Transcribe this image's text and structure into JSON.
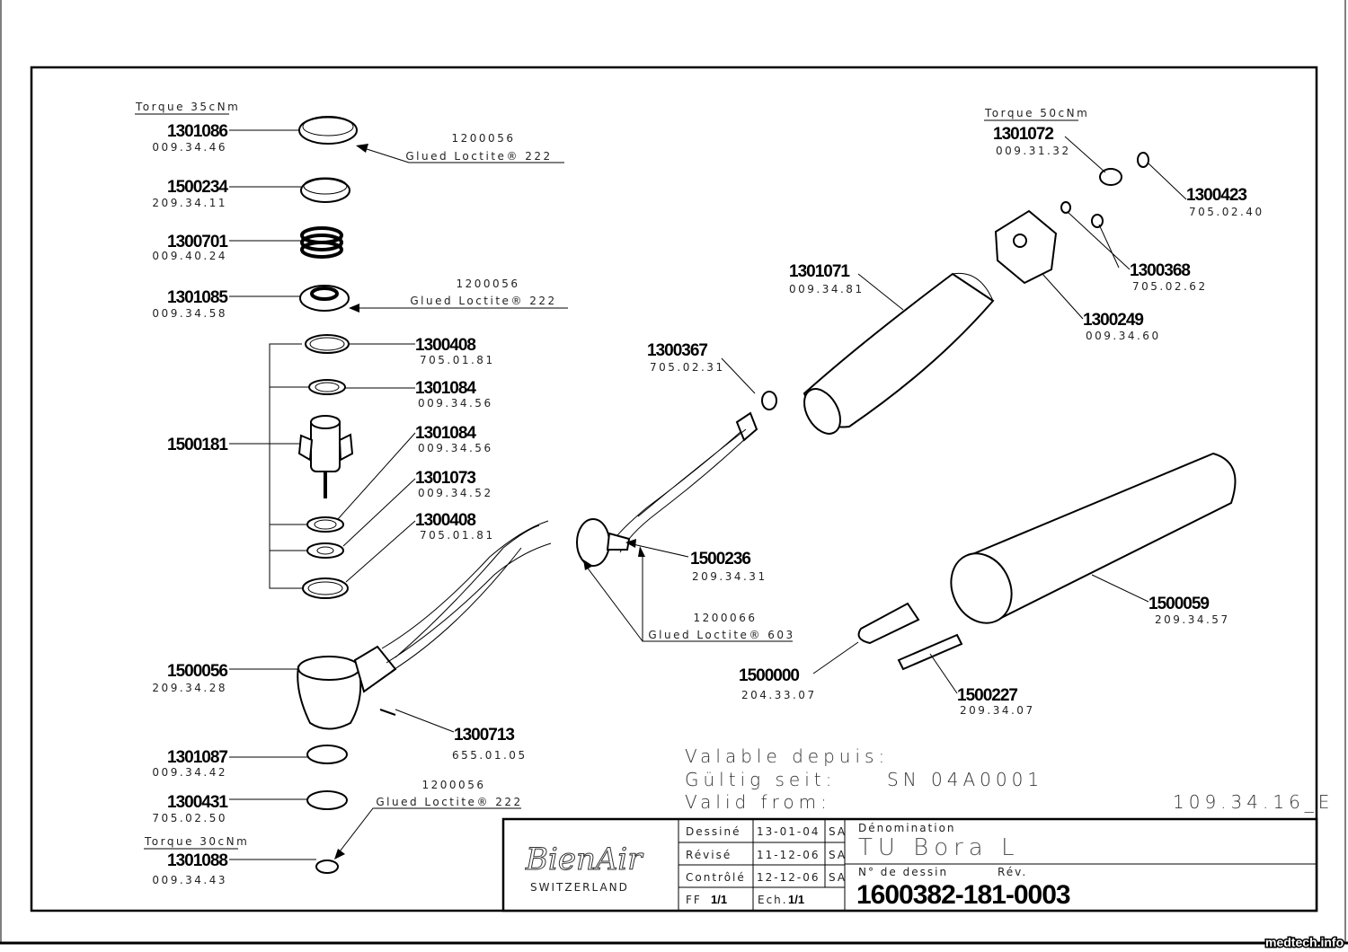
{
  "drawing": {
    "left_parts": [
      {
        "pn": "1301086",
        "code": "009.34.46"
      },
      {
        "pn": "1500234",
        "code": "209.34.11"
      },
      {
        "pn": "1300701",
        "code": "009.40.24"
      },
      {
        "pn": "1301085",
        "code": "009.34.58"
      },
      {
        "pn": "1500181",
        "code": ""
      },
      {
        "pn": "1500056",
        "code": "209.34.28"
      },
      {
        "pn": "1301087",
        "code": "009.34.42"
      },
      {
        "pn": "1300431",
        "code": "705.02.50"
      },
      {
        "pn": "1301088",
        "code": "009.34.43"
      }
    ],
    "cartridge_parts": [
      {
        "pn": "1300408",
        "code": "705.01.81"
      },
      {
        "pn": "1301084",
        "code": "009.34.56"
      },
      {
        "pn": "1301084",
        "code": "009.34.56"
      },
      {
        "pn": "1301073",
        "code": "009.34.52"
      },
      {
        "pn": "1300408",
        "code": "705.01.81"
      }
    ],
    "other_parts": {
      "p1300713": {
        "pn": "1300713",
        "code": "655.01.05"
      },
      "p1300367": {
        "pn": "1300367",
        "code": "705.02.31"
      },
      "p1500236": {
        "pn": "1500236",
        "code": "209.34.31"
      },
      "p1500000": {
        "pn": "1500000",
        "code": "204.33.07"
      },
      "p1500227": {
        "pn": "1500227",
        "code": "209.34.07"
      },
      "p1500059": {
        "pn": "1500059",
        "code": "209.34.57"
      },
      "p1301071": {
        "pn": "1301071",
        "code": "009.34.81"
      },
      "p1301072": {
        "pn": "1301072",
        "code": "009.31.32"
      },
      "p1300423": {
        "pn": "1300423",
        "code": "705.02.40"
      },
      "p1300368": {
        "pn": "1300368",
        "code": "705.02.62"
      },
      "p1300249": {
        "pn": "1300249",
        "code": "009.34.60"
      }
    },
    "torque_notes": {
      "t35": "Torque 35cNm",
      "t30": "Torque 30cNm",
      "t50": "Torque 50cNm"
    },
    "glue_notes": [
      {
        "ref": "1200056",
        "text": "Glued Loctite® 222"
      },
      {
        "ref": "1200056",
        "text": "Glued Loctite® 222"
      },
      {
        "ref": "1200056",
        "text": "Glued Loctite® 222"
      },
      {
        "ref": "1200066",
        "text": "Glued Loctite® 603"
      }
    ],
    "validity": {
      "fr": "Valable depuis:",
      "de": "Gültig seit:",
      "en": "Valid from:",
      "serial": "SN 04A0001"
    },
    "sheet_ref": "109.34.16_E"
  },
  "title_block": {
    "logo": "BienAir",
    "country": "SWITZERLAND",
    "rows": [
      {
        "label": "Dessiné",
        "date": "13-01-04",
        "by": "SA"
      },
      {
        "label": "Révisé",
        "date": "11-12-06",
        "by": "SA"
      },
      {
        "label": "Contrôlé",
        "date": "12-12-06",
        "by": "SA"
      }
    ],
    "ff_label": "FF",
    "ff_value": "1/1",
    "scale_label": "Ech.",
    "scale_value": "1/1",
    "denomination_label": "Dénomination",
    "denomination": "TU Bora L",
    "drawing_no_label": "N° de dessin",
    "rev_label": "Rév.",
    "drawing_no": "1600382-181-0003"
  },
  "watermark": "medtech.info"
}
